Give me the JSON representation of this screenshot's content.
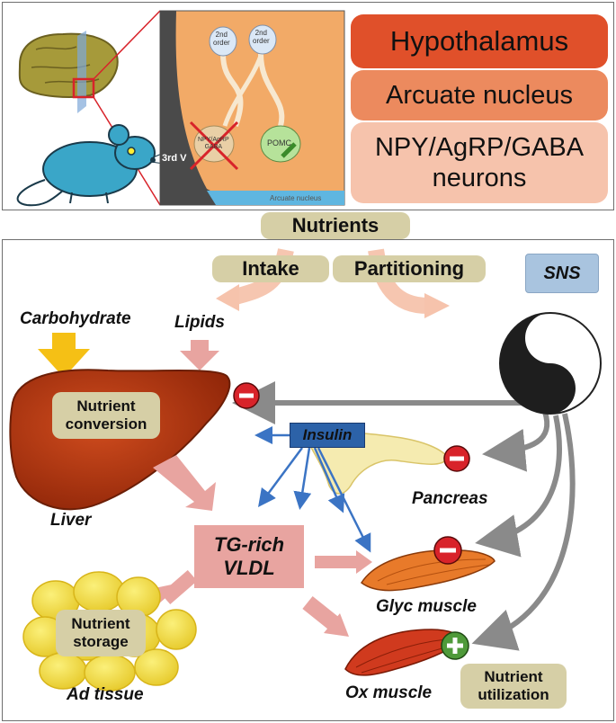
{
  "top": {
    "hypothalamus": "Hypothalamus",
    "arcuate": "Arcuate nucleus",
    "neurons_line1": "NPY/AgRP/GABA",
    "neurons_line2": "neurons",
    "inset": {
      "order2_a_line1": "2nd",
      "order2_a_line2": "order",
      "order2_b_line1": "2nd",
      "order2_b_line2": "order",
      "npy_line1": "NPY/AgRP",
      "npy_line2": "GABA",
      "pomc": "POMC",
      "ventricle": "3rd V",
      "arcuate_caption": "Arcuate nucleus"
    }
  },
  "nutrients": "Nutrients",
  "intake": "Intake",
  "partitioning": "Partitioning",
  "sns": "SNS",
  "carbohydrate": "Carbohydrate",
  "lipids": "Lipids",
  "liver": {
    "box_line1": "Nutrient",
    "box_line2": "conversion",
    "label": "Liver"
  },
  "insulin": "Insulin",
  "pancreas": "Pancreas",
  "vldl_line1": "TG-rich",
  "vldl_line2": "VLDL",
  "adipose": {
    "box_line1": "Nutrient",
    "box_line2": "storage",
    "label": "Ad tissue"
  },
  "glyc_muscle": "Glyc muscle",
  "ox_muscle": "Ox muscle",
  "utilization_line1": "Nutrient",
  "utilization_line2": "utilization",
  "colors": {
    "hypothalamus": "#e0502a",
    "arcuate": "#ec8a5e",
    "neurons": "#f6c3ac",
    "pill": "#d6cfa6",
    "sns": "#a9c4df",
    "vldl": "#e8a4a0",
    "insulin": "#2c62a8",
    "inhibit": "#d8232a",
    "stimulate": "#4f9a3a"
  }
}
